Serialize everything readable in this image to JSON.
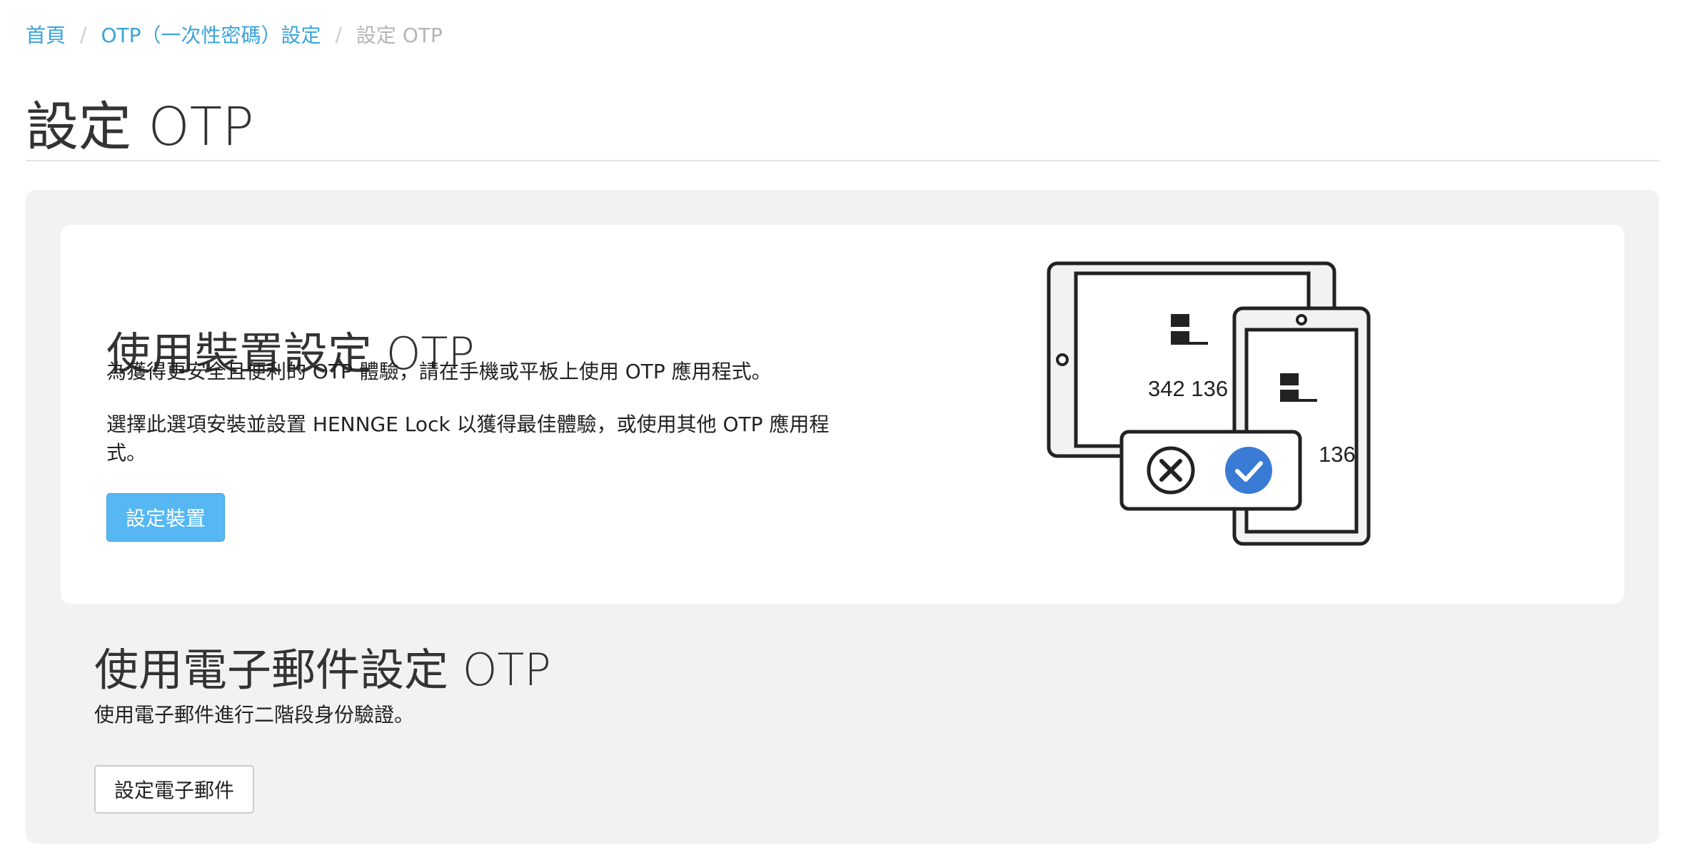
{
  "breadcrumb": {
    "home": "首頁",
    "otp_settings": "OTP（一次性密碼）設定",
    "current": "設定 OTP",
    "separator": "/"
  },
  "page": {
    "title": "設定 OTP"
  },
  "device_card": {
    "title": "使用裝置設定 OTP",
    "description_1": "為獲得更安全且便利的 OTP 體驗，請在手機或平板上使用 OTP 應用程式。",
    "description_2": "選擇此選項安裝並設置 HENNGE Lock 以獲得最佳體驗，或使用其他 OTP 應用程式。",
    "button_label": "設定裝置",
    "illustration": {
      "tablet_code": "342 136",
      "phone_code": "136",
      "reject_icon": "close-circle-icon",
      "approve_icon": "check-circle-icon"
    }
  },
  "email_section": {
    "title": "使用電子郵件設定 OTP",
    "description": "使用電子郵件進行二階段身份驗證。",
    "button_label": "設定電子郵件"
  },
  "colors": {
    "link": "#3aa3dc",
    "primary_button": "#56b7f3",
    "panel_background": "#f2f2f2",
    "approve_blue": "#3a7bd5"
  }
}
